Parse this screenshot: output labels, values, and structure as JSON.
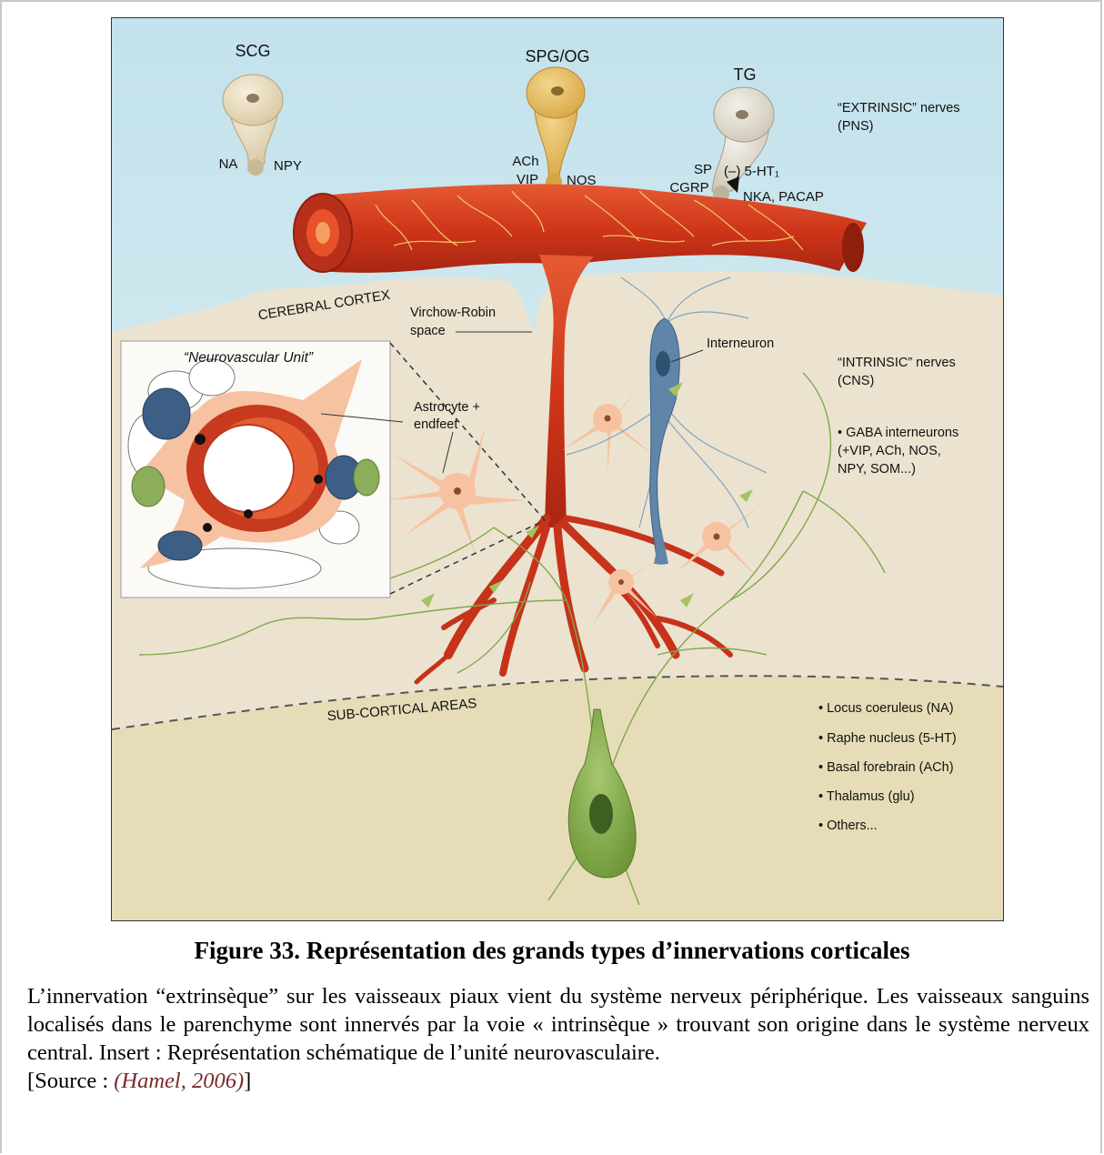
{
  "figure": {
    "ganglia": {
      "scg": "SCG",
      "spg_og": "SPG/OG",
      "tg": "TG"
    },
    "transmitters": {
      "na": "NA",
      "npy": "NPY",
      "ach": "ACh",
      "vip": "VIP",
      "nos": "NOS",
      "sp": "SP",
      "cgrp": "CGRP",
      "ht1": "(–) 5-HT₁",
      "nka_pacap": "NKA, PACAP"
    },
    "extrinsic_label": [
      "“EXTRINSIC” nerves",
      "(PNS)"
    ],
    "cerebral_cortex": "CEREBRAL CORTEX",
    "virchow_robin": [
      "Virchow-Robin",
      "space"
    ],
    "interneuron": "Interneuron",
    "neurovascular_unit": "“Neurovascular Unit”",
    "astrocyte": [
      "Astrocyte +",
      "endfeet"
    ],
    "intrinsic_label": [
      "“INTRINSIC” nerves",
      "(CNS)"
    ],
    "gaba": [
      "• GABA interneurons",
      "(+VIP, ACh, NOS,",
      "NPY, SOM...)"
    ],
    "subcortical": "SUB-CORTICAL AREAS",
    "subcortical_list": [
      "• Locus coeruleus (NA)",
      "• Raphe nucleus (5-HT)",
      "• Basal forebrain (ACh)",
      "• Thalamus (glu)",
      "• Others..."
    ],
    "colors": {
      "sky": "#cde8f0",
      "cortex": "#ebe3cf",
      "subcortex": "#e6ddb8",
      "vessel": "#d43a1c",
      "astrocyte": "#f6c2a2",
      "interneuron": "#5f86a8",
      "green_neuron": "#7ea84c"
    }
  },
  "caption": {
    "title": "Figure 33. Représentation des grands types d’innervations corticales",
    "body": "L’innervation “extrinsèque” sur les vaisseaux piaux vient du système nerveux périphérique. Les vaisseaux sanguins localisés dans le parenchyme sont innervés par la voie « intrinsèque » trouvant son origine dans le système nerveux central. Insert : Représentation schématique de l’unité neurovasculaire.",
    "source_prefix": "[Source : ",
    "source_cite": "(Hamel, 2006)",
    "source_suffix": "]"
  }
}
